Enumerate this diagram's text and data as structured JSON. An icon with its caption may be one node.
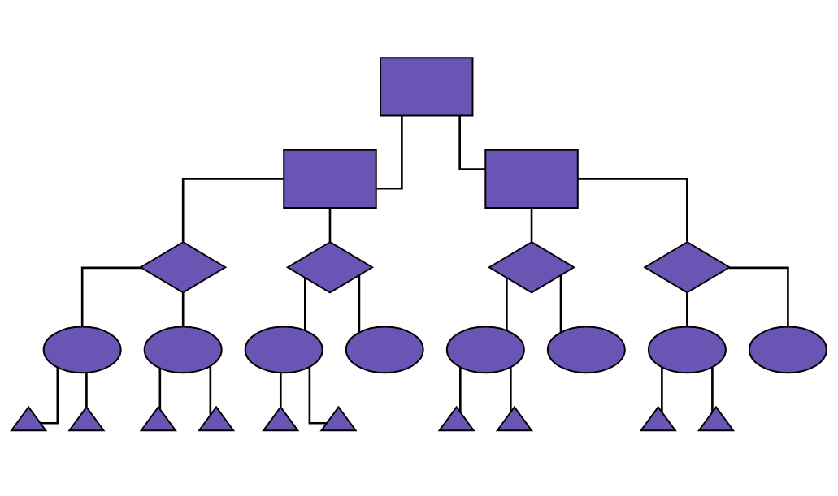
{
  "diagram": {
    "nodes": [
      {
        "text": [],
        "shape": "box"
      },
      {
        "text": [],
        "shape": "box"
      },
      {
        "text": [],
        "shape": "box"
      },
      {
        "text": [],
        "shape": "diamond"
      },
      {
        "text": [],
        "shape": "diamond"
      },
      {
        "text": [],
        "shape": "diamond"
      },
      {
        "text": [],
        "shape": "diamond"
      },
      {
        "text": [],
        "shape": "ellipse"
      },
      {
        "text": [],
        "shape": "ellipse"
      },
      {
        "text": [],
        "shape": "ellipse"
      },
      {
        "text": [],
        "shape": "ellipse"
      },
      {
        "text": [],
        "shape": "ellipse"
      },
      {
        "text": [],
        "shape": "ellipse"
      },
      {
        "text": [],
        "shape": "ellipse"
      },
      {
        "text": [],
        "shape": "ellipse"
      },
      {
        "text": [],
        "shape": "triangle"
      },
      {
        "text": [],
        "shape": "triangle"
      },
      {
        "text": [],
        "shape": "triangle"
      },
      {
        "text": [],
        "shape": "triangle"
      },
      {
        "text": [],
        "shape": "triangle"
      },
      {
        "text": [],
        "shape": "triangle"
      },
      {
        "text": [],
        "shape": "triangle"
      },
      {
        "text": [],
        "shape": "triangle"
      },
      {
        "text": [],
        "shape": "triangle"
      },
      {
        "text": [],
        "shape": "triangle"
      }
    ],
    "edges": [
      {
        "from": 0,
        "to": 1,
        "arrow": "none"
      },
      {
        "from": 0,
        "to": 2,
        "arrow": "none"
      },
      {
        "from": 1,
        "to": 3,
        "arrow": "none"
      },
      {
        "from": 1,
        "to": 4,
        "arrow": "none"
      },
      {
        "from": 2,
        "to": 5,
        "arrow": "none"
      },
      {
        "from": 2,
        "to": 6,
        "arrow": "none"
      },
      {
        "from": 3,
        "to": 7,
        "arrow": "none"
      },
      {
        "from": 3,
        "to": 8,
        "arrow": "none"
      },
      {
        "from": 4,
        "to": 9,
        "arrow": "none"
      },
      {
        "from": 4,
        "to": 10,
        "arrow": "none"
      },
      {
        "from": 5,
        "to": 11,
        "arrow": "none"
      },
      {
        "from": 5,
        "to": 12,
        "arrow": "none"
      },
      {
        "from": 6,
        "to": 13,
        "arrow": "none"
      },
      {
        "from": 6,
        "to": 14,
        "arrow": "none"
      },
      {
        "from": 7,
        "to": 15,
        "arrow": "none"
      },
      {
        "from": 7,
        "to": 16,
        "arrow": "none"
      },
      {
        "from": 8,
        "to": 17,
        "arrow": "none"
      },
      {
        "from": 8,
        "to": 18,
        "arrow": "none"
      },
      {
        "from": 9,
        "to": 19,
        "arrow": "none"
      },
      {
        "from": 9,
        "to": 20,
        "arrow": "none"
      },
      {
        "from": 11,
        "to": 21,
        "arrow": "none"
      },
      {
        "from": 11,
        "to": 22,
        "arrow": "none"
      },
      {
        "from": 13,
        "to": 23,
        "arrow": "none"
      },
      {
        "from": 13,
        "to": 24,
        "arrow": "none"
      }
    ]
  }
}
